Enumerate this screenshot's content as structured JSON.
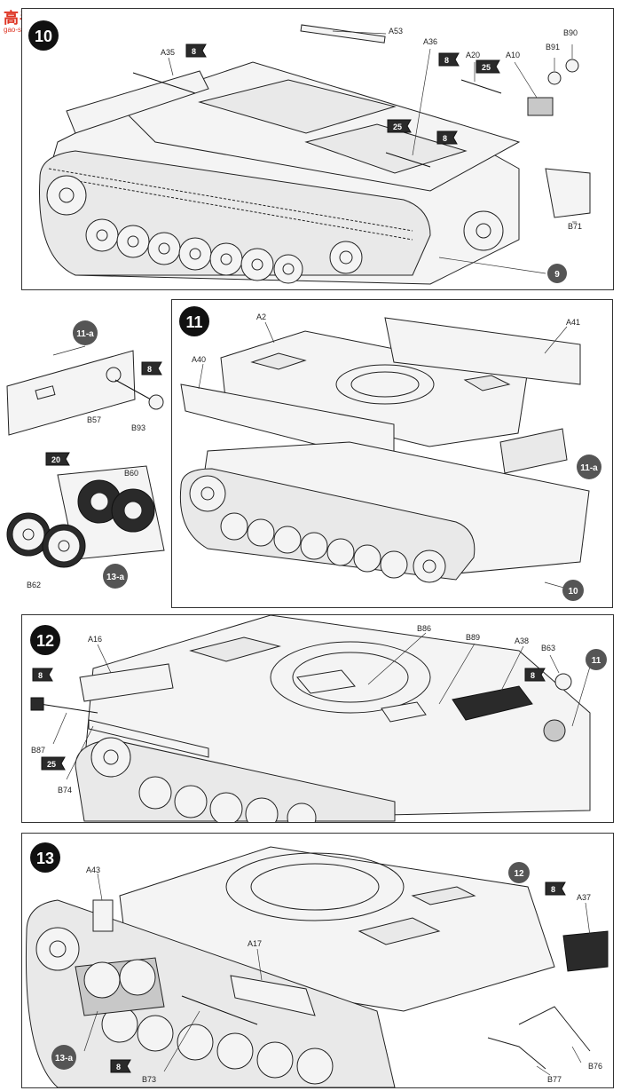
{
  "watermark": {
    "title": "高手网",
    "url": "gao-shou.net"
  },
  "steps": [
    {
      "number": "10",
      "parts": [
        "A53",
        "A35",
        "A36",
        "A20",
        "A10",
        "B91",
        "B90",
        "B71"
      ],
      "glue_flags": [
        "8",
        "8",
        "25",
        "25",
        "8"
      ],
      "ref": "9"
    },
    {
      "number": "11",
      "parts": [
        "A2",
        "A41",
        "A40",
        "B57",
        "B93"
      ],
      "glue_flags": [
        "8"
      ],
      "sub_refs": [
        "11-a",
        "11-a"
      ],
      "ref": "10"
    },
    {
      "number": "13-a",
      "parts": [
        "B60",
        "B62"
      ],
      "glue_flags": [
        "20"
      ]
    },
    {
      "number": "12",
      "parts": [
        "A16",
        "B86",
        "B89",
        "A38",
        "B63",
        "B87",
        "B74"
      ],
      "glue_flags": [
        "8",
        "8",
        "25"
      ],
      "ref": "11"
    },
    {
      "number": "13",
      "parts": [
        "A43",
        "A17",
        "A37",
        "B73",
        "B76",
        "B77"
      ],
      "glue_flags": [
        "8",
        "8"
      ],
      "sub_refs": [
        "13-a"
      ],
      "ref": "12"
    }
  ]
}
